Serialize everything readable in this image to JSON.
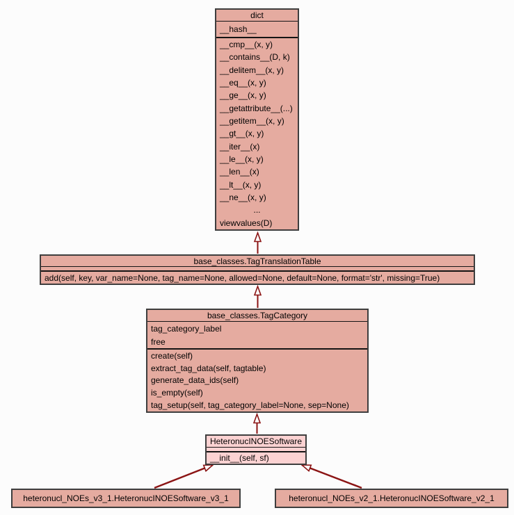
{
  "colors": {
    "background": "#FCFCFC",
    "class_fill": "#E5ABA0",
    "highlight_fill": "#FCD2D2",
    "box_border": "#3E3E3E",
    "arrow": "#8B1414",
    "text": "#000000"
  },
  "classes": {
    "dict": {
      "title": "dict",
      "attributes": [
        "__hash__"
      ],
      "methods": [
        "__cmp__(x, y)",
        "__contains__(D, k)",
        "__delitem__(x, y)",
        "__eq__(x, y)",
        "__ge__(x, y)",
        "__getattribute__(...)",
        "__getitem__(x, y)",
        "__gt__(x, y)",
        "__iter__(x)",
        "__le__(x, y)",
        "__len__(x)",
        "__lt__(x, y)",
        "__ne__(x, y)",
        "...",
        "viewvalues(D)"
      ]
    },
    "tag_translation_table": {
      "title": "base_classes.TagTranslationTable",
      "attributes": [],
      "methods": [
        "add(self, key, var_name=None, tag_name=None, allowed=None, default=None, format='str', missing=True)"
      ]
    },
    "tag_category": {
      "title": "base_classes.TagCategory",
      "attributes": [
        "tag_category_label",
        "free"
      ],
      "methods": [
        "create(self)",
        "extract_tag_data(self, tagtable)",
        "generate_data_ids(self)",
        "is_empty(self)",
        "tag_setup(self, tag_category_label=None, sep=None)"
      ]
    },
    "heteronuc_inoe_software": {
      "title": "HeteronucINOESoftware",
      "attributes": [],
      "methods": [
        "__init__(self, sf)"
      ]
    },
    "software_v3": {
      "title": "heteronucl_NOEs_v3_1.HeteronucINOESoftware_v3_1"
    },
    "software_v2": {
      "title": "heteronucl_NOEs_v2_1.HeteronucINOESoftware_v2_1"
    }
  },
  "inheritance": [
    {
      "child": "base_classes.TagTranslationTable",
      "parent": "dict"
    },
    {
      "child": "base_classes.TagCategory",
      "parent": "base_classes.TagTranslationTable"
    },
    {
      "child": "HeteronucINOESoftware",
      "parent": "base_classes.TagCategory"
    },
    {
      "child": "heteronucl_NOEs_v3_1.HeteronucINOESoftware_v3_1",
      "parent": "HeteronucINOESoftware"
    },
    {
      "child": "heteronucl_NOEs_v2_1.HeteronucINOESoftware_v2_1",
      "parent": "HeteronucINOESoftware"
    }
  ]
}
